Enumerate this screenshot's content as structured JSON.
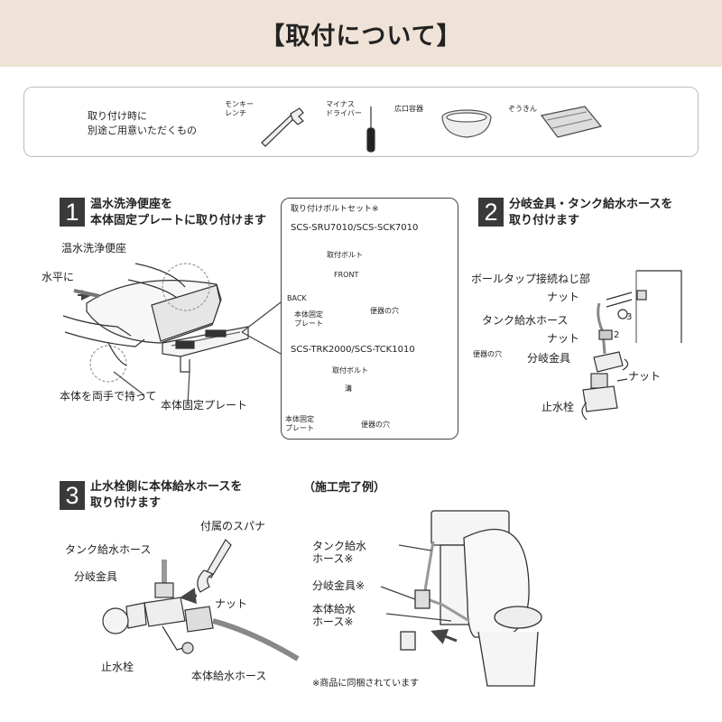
{
  "header": {
    "title": "【取付について】"
  },
  "tools": {
    "intro_line1": "取り付け時に",
    "intro_line2": "別途ご用意いただくもの",
    "items": [
      {
        "line1": "モンキー",
        "line2": "レンチ",
        "icon": "wrench-icon"
      },
      {
        "line1": "マイナス",
        "line2": "ドライバー",
        "icon": "screwdriver-icon"
      },
      {
        "line1": "広口容器",
        "line2": "",
        "icon": "bowl-icon"
      },
      {
        "line1": "ぞうきん",
        "line2": "",
        "icon": "cloth-icon"
      }
    ]
  },
  "step1": {
    "number": "1",
    "title_line1": "温水洗浄便座を",
    "title_line2": "本体固定プレートに取り付けます",
    "label_seat": "温水洗浄便座",
    "label_level": "水平に",
    "label_hold": "本体を両手で持って",
    "label_plate": "本体固定プレート"
  },
  "inset": {
    "heading": "取り付けボルトセット※",
    "model_a": "SCS-SRU7010/SCS-SCK7010",
    "bolt_a": "取付ボルト",
    "front": "FRONT",
    "back": "BACK",
    "plate_a_line1": "本体固定",
    "plate_a_line2": "プレート",
    "hole_a": "便器の穴",
    "model_b": "SCS-TRK2000/SCS-TCK1010",
    "bolt_b": "取付ボルト",
    "groove": "溝",
    "plate_b_line1": "本体固定",
    "plate_b_line2": "プレート",
    "hole_b": "便器の穴"
  },
  "step2": {
    "number": "2",
    "title_line1": "分岐金具・タンク給水ホースを",
    "title_line2": "取り付けます",
    "label_balltap": "ボールタップ接続ねじ部",
    "label_nut1": "ナット",
    "label_hose": "タンク給水ホース",
    "label_nut2": "ナット",
    "label_hole": "便器の穴",
    "label_branch": "分岐金具",
    "label_nut3": "ナット",
    "label_valve": "止水栓",
    "num_3": "3",
    "num_2": "2"
  },
  "step3": {
    "number": "3",
    "title_line1": "止水栓側に本体給水ホースを",
    "title_line2": "取り付けます",
    "label_spanner": "付属のスパナ",
    "label_tankhose": "タンク給水ホース",
    "label_branch": "分岐金具",
    "label_nut": "ナット",
    "label_valve": "止水栓",
    "label_mainhose": "本体給水ホース"
  },
  "example": {
    "title": "（施工完了例）",
    "label_tank_line1": "タンク給水",
    "label_tank_line2": "ホース※",
    "label_branch": "分岐金具※",
    "label_main_line1": "本体給水",
    "label_main_line2": "ホース※",
    "note": "※商品に同梱されています"
  }
}
